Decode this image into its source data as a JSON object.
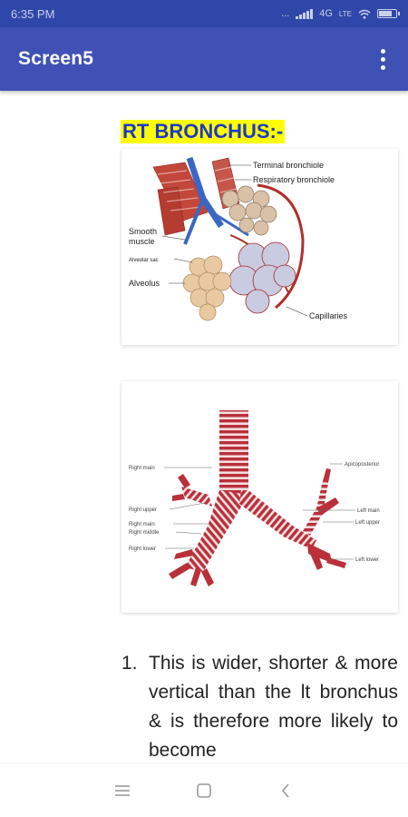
{
  "status_bar": {
    "time": "6:35 PM",
    "dots": "...",
    "network": "4G",
    "lte": "LTE"
  },
  "app_bar": {
    "title": "Screen5"
  },
  "content": {
    "heading": "RT BRONCHUS:-",
    "image1": {
      "labels": {
        "terminal_bronchiole": "Terminal bronchiole",
        "respiratory_bronchiole": "Respiratory bronchiole",
        "smooth": "Smooth",
        "muscle": "muscle",
        "alveolar_sac": "Alveolar sac",
        "alveolus": "Alveolus",
        "capillaries": "Capillaries"
      }
    },
    "image2": {
      "labels": {
        "right_main_top": "Right main",
        "right_upper": "Right upper",
        "right_main": "Right main",
        "right_middle": "Right middle",
        "right_lower": "Right lower",
        "apicoposterior": "Apicoposterior",
        "left_main": "Left main",
        "left_upper": "Left upper",
        "left_lower": "Left lower"
      }
    },
    "list_number": "1.",
    "paragraph": "This is wider, shorter & more vertical than the lt bronchus & is therefore more likely to become"
  },
  "nav_bar": {
    "menu_icon": "menu-lines-icon",
    "home_icon": "square-home-icon",
    "back_icon": "back-chevron-icon"
  }
}
